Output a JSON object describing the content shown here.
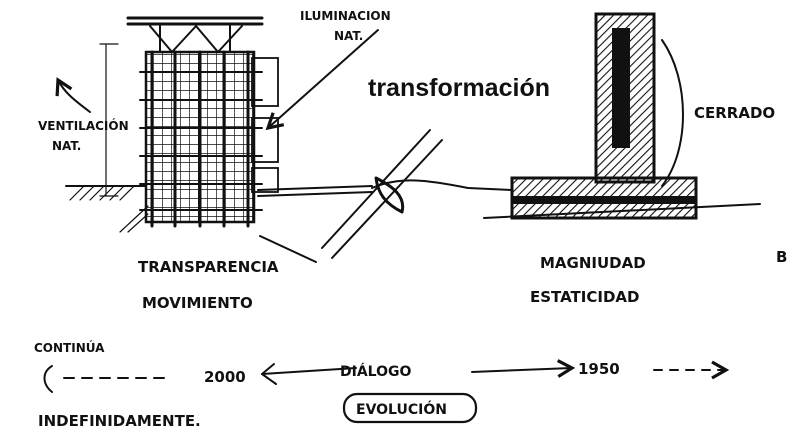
{
  "labels": {
    "iluminacion": "ILUMINACION",
    "nat_top": "NAT.",
    "ventilacion": "VENTILACIÓN",
    "nat_left": "NAT.",
    "transformacion": "transformación",
    "cerrado": "CERRADO",
    "edge_fragment": "B",
    "transparencia": "TRANSPARENCIA",
    "movimiento": "MOVIMIENTO",
    "magnitud": "MAGNIUDAD",
    "estaticidad": "ESTATICIDAD",
    "continua": "CONTINÚA",
    "year_2000": "2000",
    "dialogo": "DIÁLOGO",
    "year_1950": "1950",
    "evolucion": "EVOLUCIÓN",
    "indefinidamente": "INDEFINIDAMENTE."
  },
  "colors": {
    "ink": "#111111",
    "paper": "#ffffff"
  }
}
